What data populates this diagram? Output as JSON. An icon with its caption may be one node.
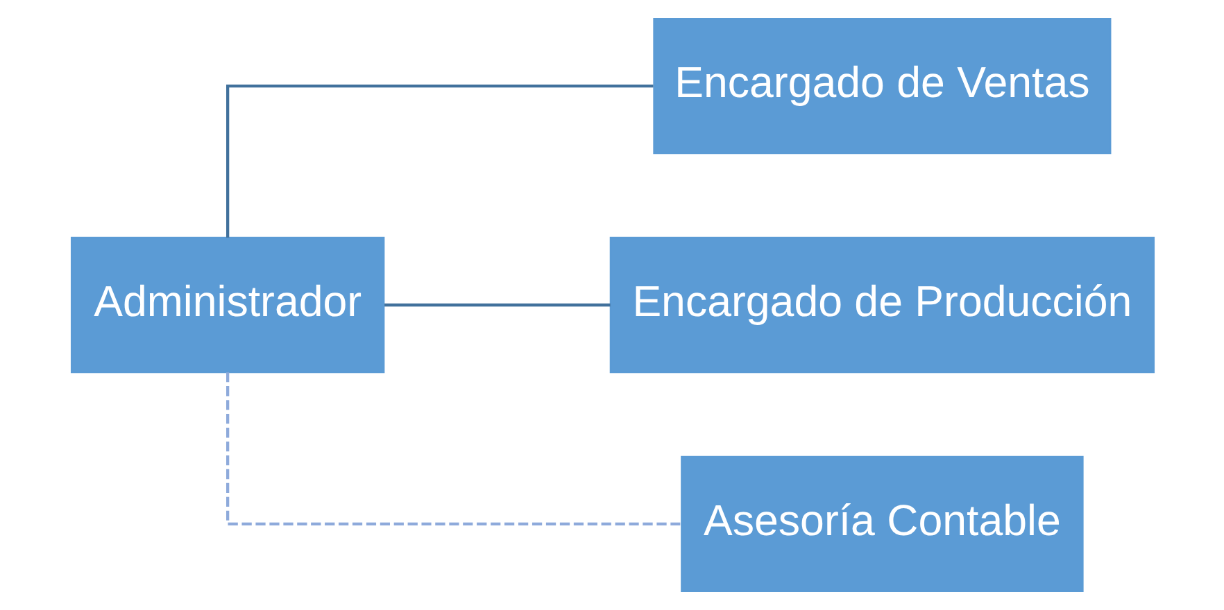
{
  "diagram": {
    "nodes": [
      {
        "text": [
          "Administrador"
        ]
      },
      {
        "text": [
          "Encargado de Ventas"
        ]
      },
      {
        "text": [
          "Encargado de Producción"
        ]
      },
      {
        "text": [
          "Asesoría Contable"
        ]
      }
    ],
    "edges": [
      {
        "from": 0,
        "to": 1,
        "arrow": "none"
      },
      {
        "from": 0,
        "to": 2,
        "arrow": "none"
      },
      {
        "from": 0,
        "to": 3,
        "arrow": "none",
        "style": "dashed",
        "color": "#8eaadb"
      }
    ]
  }
}
